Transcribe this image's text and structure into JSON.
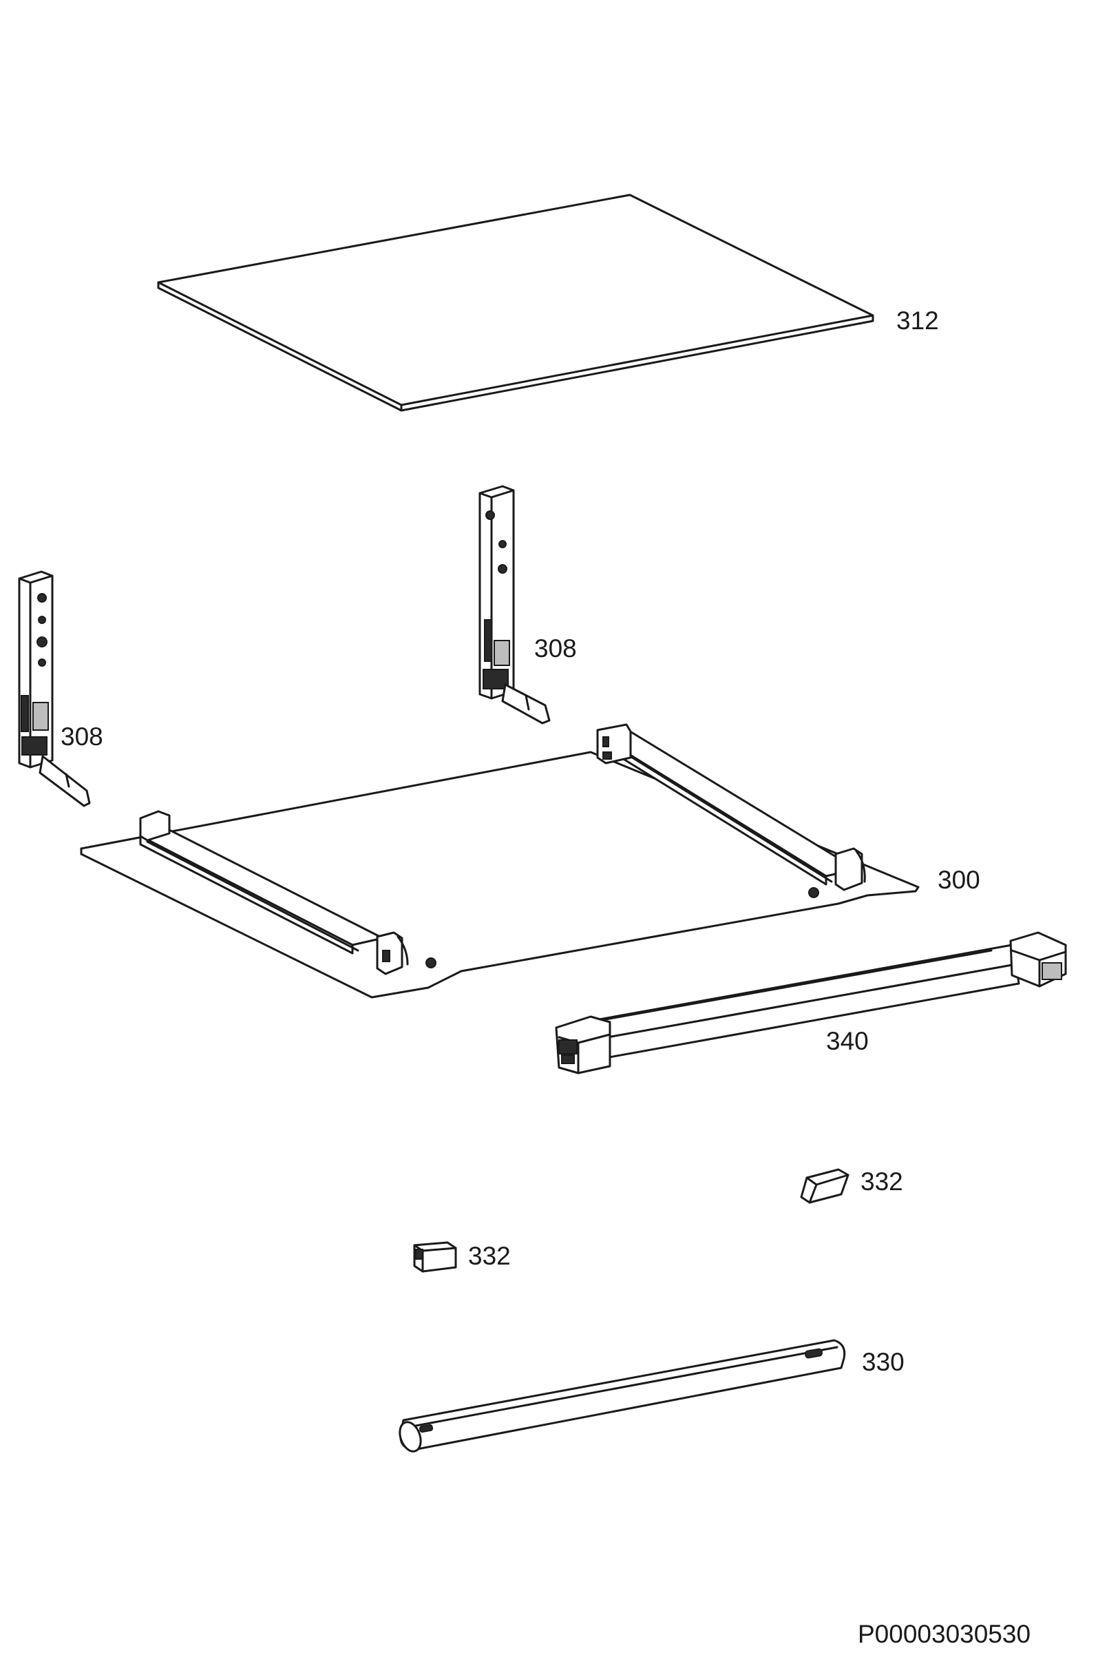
{
  "parts": [
    {
      "id": "glass-shelf",
      "label": "312"
    },
    {
      "id": "side-rail-left",
      "label": "308"
    },
    {
      "id": "side-rail-right",
      "label": "308"
    },
    {
      "id": "base-plate",
      "label": "300"
    },
    {
      "id": "front-bar",
      "label": "340"
    },
    {
      "id": "clip-right",
      "label": "332"
    },
    {
      "id": "clip-left",
      "label": "332"
    },
    {
      "id": "handle",
      "label": "330"
    }
  ],
  "document_code": "P00003030530"
}
